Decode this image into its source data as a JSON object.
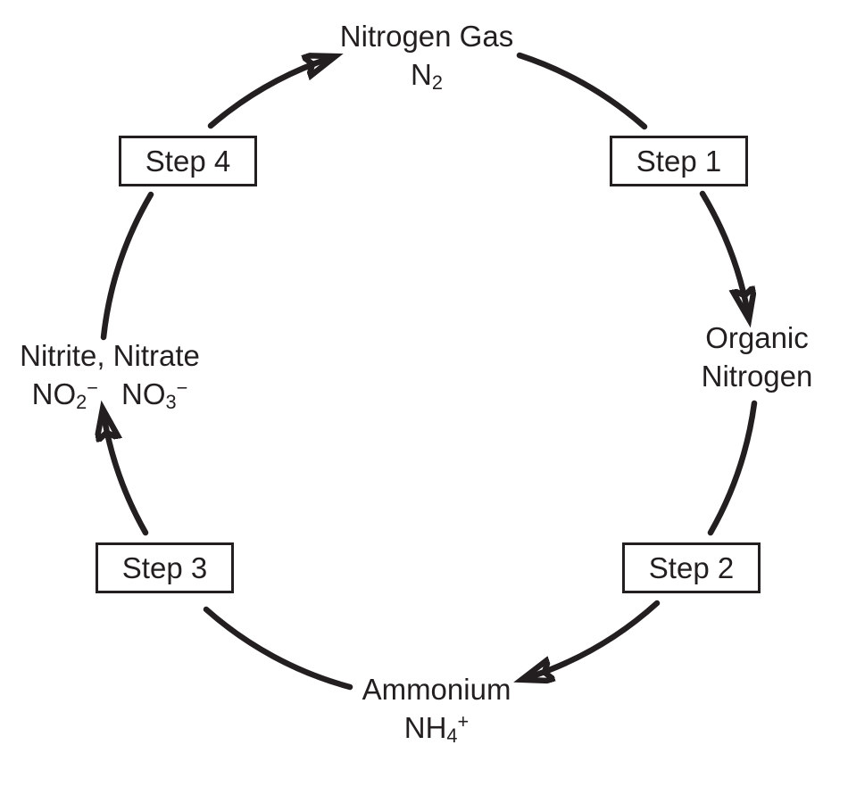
{
  "ink_color": "#231f20",
  "background_color": "#ffffff",
  "steps": [
    "Step 1",
    "Step 2",
    "Step 3",
    "Step 4"
  ],
  "nodes": {
    "nitrogen_gas": {
      "label": "Nitrogen Gas",
      "formula": {
        "base": "N",
        "sub": "2"
      }
    },
    "organic_nitrogen": {
      "line1": "Organic",
      "line2": "Nitrogen"
    },
    "ammonium": {
      "label": "Ammonium",
      "formula": {
        "base": "NH",
        "sub": "4",
        "sup": "+"
      }
    },
    "nitrite_nitrate": {
      "label": "Nitrite, Nitrate",
      "nitrite": {
        "base": "NO",
        "sub": "2",
        "sup": "−"
      },
      "nitrate": {
        "base": "NO",
        "sub": "3",
        "sup": "−"
      }
    }
  },
  "edges": [
    {
      "from": "Nitrogen Gas",
      "to": "Step 1",
      "arrowhead": false
    },
    {
      "from": "Step 1",
      "to": "Organic Nitrogen",
      "arrowhead": true
    },
    {
      "from": "Organic Nitrogen",
      "to": "Step 2",
      "arrowhead": false
    },
    {
      "from": "Step 2",
      "to": "Ammonium",
      "arrowhead": true
    },
    {
      "from": "Ammonium",
      "to": "Step 3",
      "arrowhead": false
    },
    {
      "from": "Step 3",
      "to": "Nitrite, Nitrate",
      "arrowhead": true
    },
    {
      "from": "Nitrite, Nitrate",
      "to": "Step 4",
      "arrowhead": false
    },
    {
      "from": "Step 4",
      "to": "Nitrogen Gas",
      "arrowhead": true
    }
  ]
}
